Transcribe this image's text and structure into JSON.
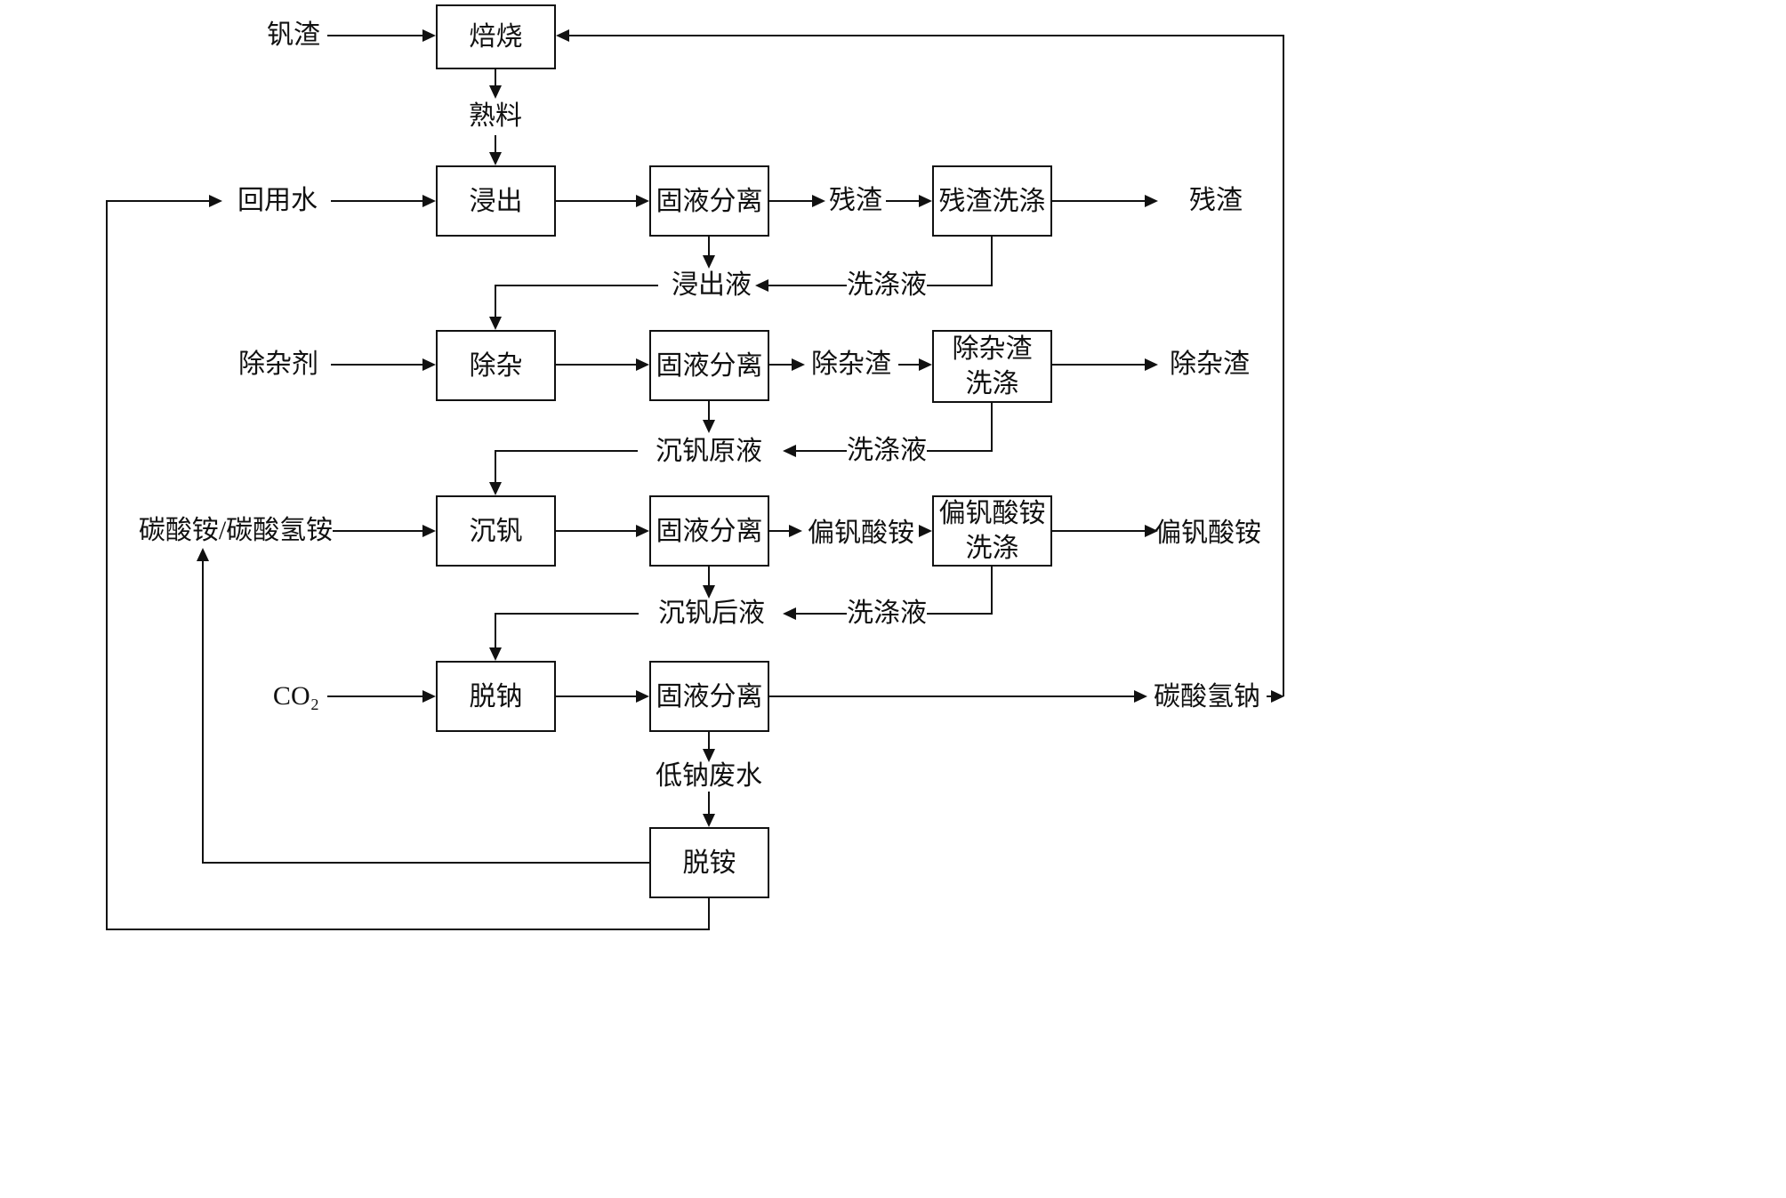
{
  "diagram": {
    "boxes": {
      "roast": "焙烧",
      "leach": "浸出",
      "sls1": "固液分离",
      "residue_wash": "残渣洗涤",
      "impurity_removal": "除杂",
      "sls2": "固液分离",
      "impurity_residue_wash": "除杂渣\n洗涤",
      "v_precipitation": "沉钒",
      "sls3": "固液分离",
      "metavanadate_wash": "偏钒酸铵\n洗涤",
      "desodium": "脱钠",
      "sls4": "固液分离",
      "deammonium": "脱铵"
    },
    "labels": {
      "vanadium_slag": "钒渣",
      "clinker": "熟料",
      "recycled_water": "回用水",
      "residue_mid": "残渣",
      "residue_out": "残渣",
      "leachate": "浸出液",
      "wash_liquid_1": "洗涤液",
      "impurity_agent": "除杂剂",
      "impurity_residue_mid": "除杂渣",
      "impurity_residue_out": "除杂渣",
      "precip_stock_solution": "沉钒原液",
      "wash_liquid_2": "洗涤液",
      "ammonium_carbonates": "碳酸铵/碳酸氢铵",
      "metavanadate_mid": "偏钒酸铵",
      "metavanadate_out": "偏钒酸铵",
      "post_precip_solution": "沉钒后液",
      "wash_liquid_3": "洗涤液",
      "co2": "CO₂",
      "sodium_bicarbonate": "碳酸氢钠",
      "low_sodium_wastewater": "低钠废水"
    },
    "colors": {
      "line": "#111111",
      "background": "#ffffff",
      "text": "#111111"
    }
  }
}
